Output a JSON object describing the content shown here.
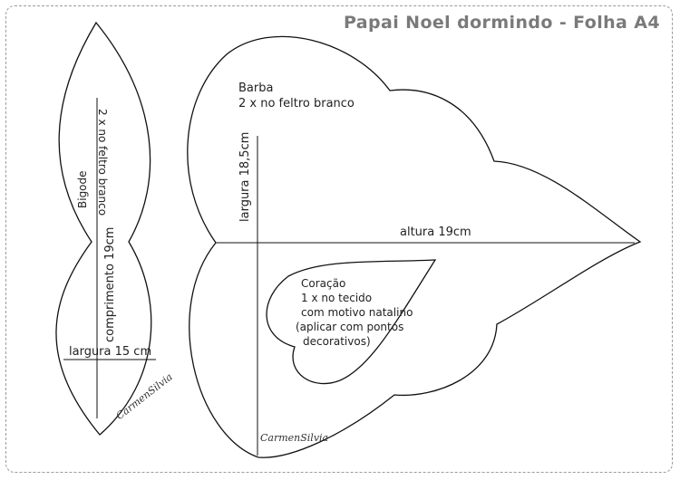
{
  "title": "Papai Noel dormindo - Folha A4",
  "bigode": {
    "name": "Bigode",
    "instruction": "2 x no feltro branco",
    "length": "comprimento 19cm",
    "width": "largura 15 cm",
    "signature": "CarmenSilvia"
  },
  "barba": {
    "name": "Barba",
    "instruction": "2 x no feltro branco",
    "width": "largura 18,5cm",
    "height": "altura 19cm",
    "signature": "CarmenSilvia"
  },
  "coracao": {
    "lines": [
      "Coração",
      "1 x no tecido",
      "com motivo natalino",
      "(aplicar com pontos",
      "decorativos)"
    ]
  }
}
